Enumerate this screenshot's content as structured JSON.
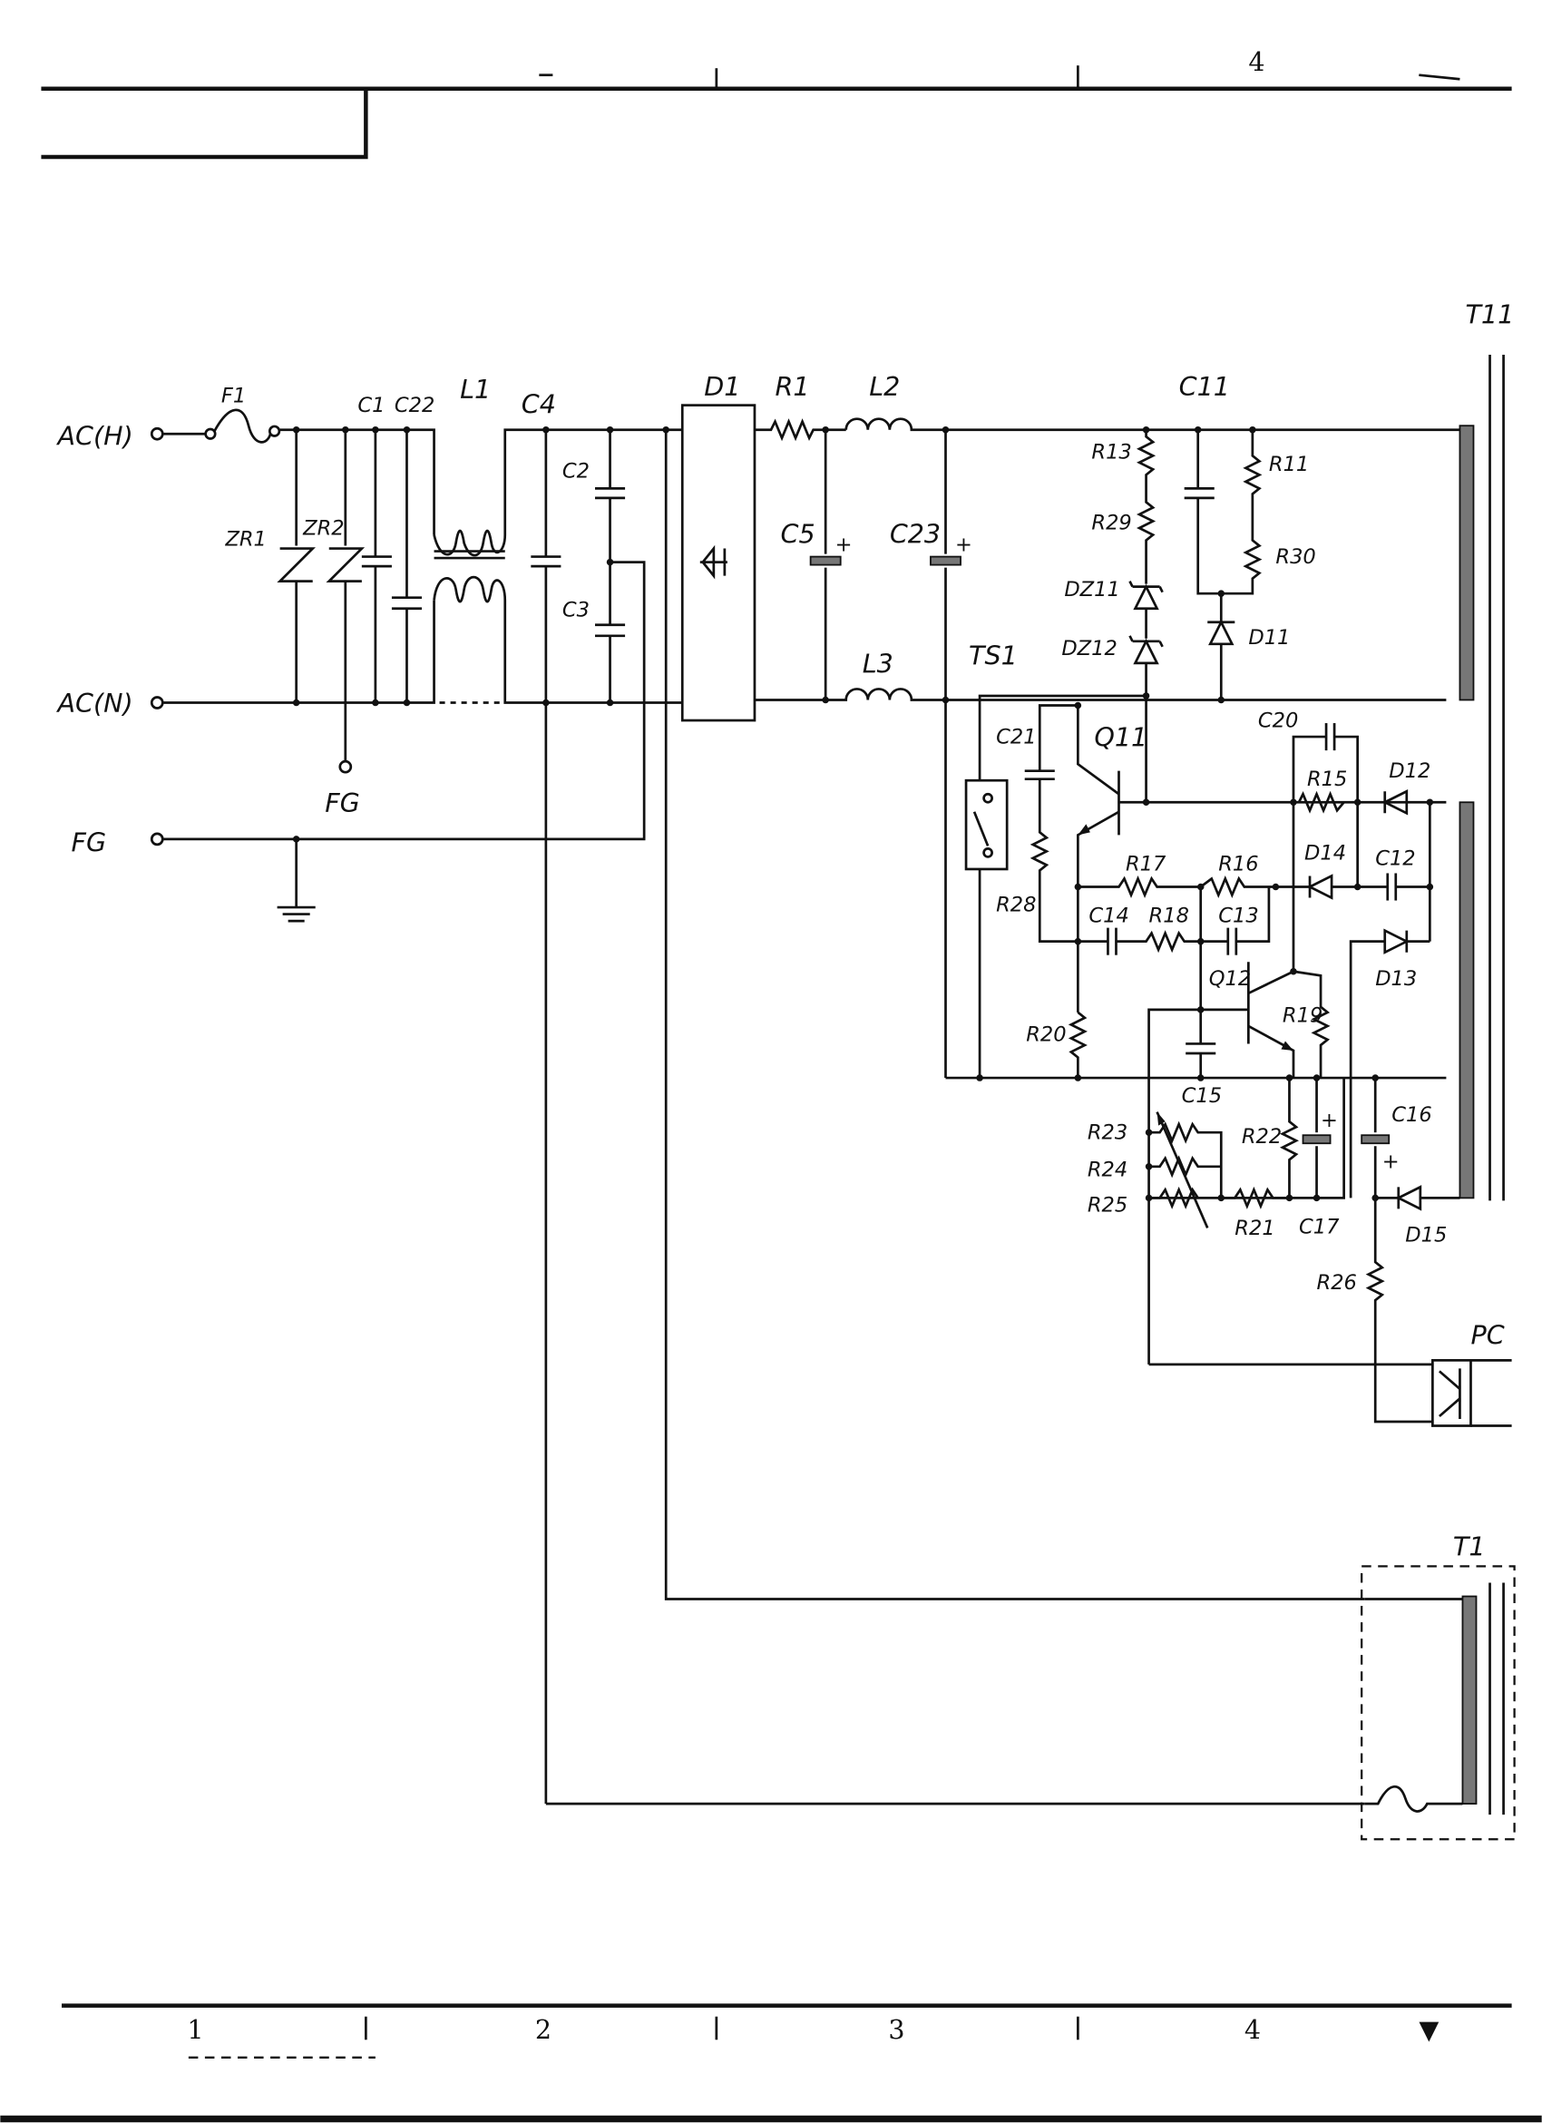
{
  "frame": {
    "top_zone_labels": [
      "4"
    ],
    "bottom_zone_labels": [
      "1",
      "2",
      "3",
      "4",
      "▼"
    ]
  },
  "terminals": {
    "ac_h": "AC(H)",
    "ac_n": "AC(N)",
    "fg": "FG",
    "fg2": "FG"
  },
  "components": {
    "F1": "F1",
    "ZR1": "ZR1",
    "ZR2": "ZR2",
    "C1": "C1",
    "C22": "C22",
    "L1": "L1",
    "C4": "C4",
    "C2": "C2",
    "C3": "C3",
    "D1": "D1",
    "R1": "R1",
    "L2": "L2",
    "L3": "L3",
    "C5": "C5",
    "C23": "C23",
    "C11": "C11",
    "R13": "R13",
    "R29": "R29",
    "R11": "R11",
    "R30": "R30",
    "DZ11": "DZ11",
    "DZ12": "DZ12",
    "D11": "D11",
    "TS1": "TS1",
    "C21": "C21",
    "Q11": "Q11",
    "R28": "R28",
    "C20": "C20",
    "R15": "R15",
    "D12": "D12",
    "R17": "R17",
    "R16": "R16",
    "D14": "D14",
    "C12": "C12",
    "C14": "C14",
    "R18": "R18",
    "C13": "C13",
    "Q12": "Q12",
    "D13": "D13",
    "R20": "R20",
    "R19": "R19",
    "C15": "C15",
    "R23": "R23",
    "R24": "R24",
    "R25": "R25",
    "R22": "R22",
    "C16": "C16",
    "C17": "C17",
    "R21": "R21",
    "D15": "D15",
    "R26": "R26",
    "PC": "PC",
    "T11": "T11",
    "T1": "T1"
  }
}
